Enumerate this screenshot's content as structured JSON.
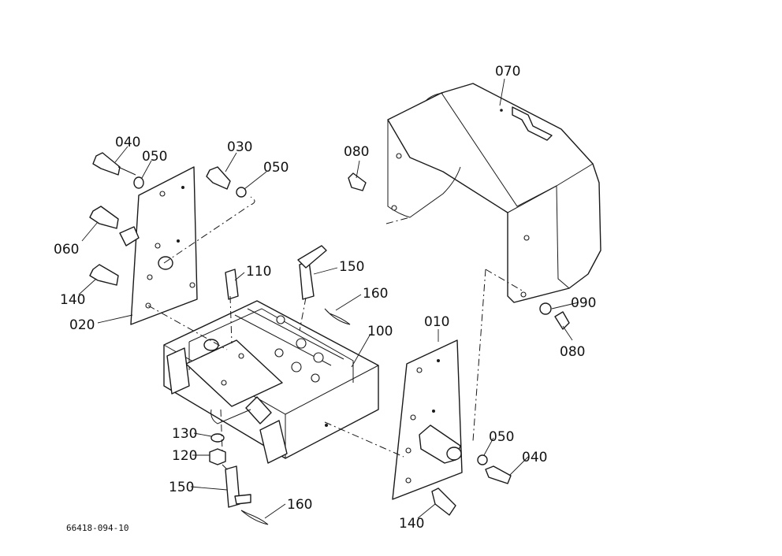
{
  "reference_code": "66418-094-10",
  "callouts": {
    "c070": "070",
    "c040_top": "040",
    "c050_a": "050",
    "c030": "030",
    "c050_b": "050",
    "c080_top": "080",
    "c060": "060",
    "c110": "110",
    "c150_top": "150",
    "c160_top": "160",
    "c140_left": "140",
    "c020": "020",
    "c100": "100",
    "c010": "010",
    "c090": "090",
    "c080_right": "080",
    "c130": "130",
    "c120": "120",
    "c050_c": "050",
    "c040_right": "040",
    "c150_bottom": "150",
    "c160_bottom": "160",
    "c140_bottom": "140"
  }
}
